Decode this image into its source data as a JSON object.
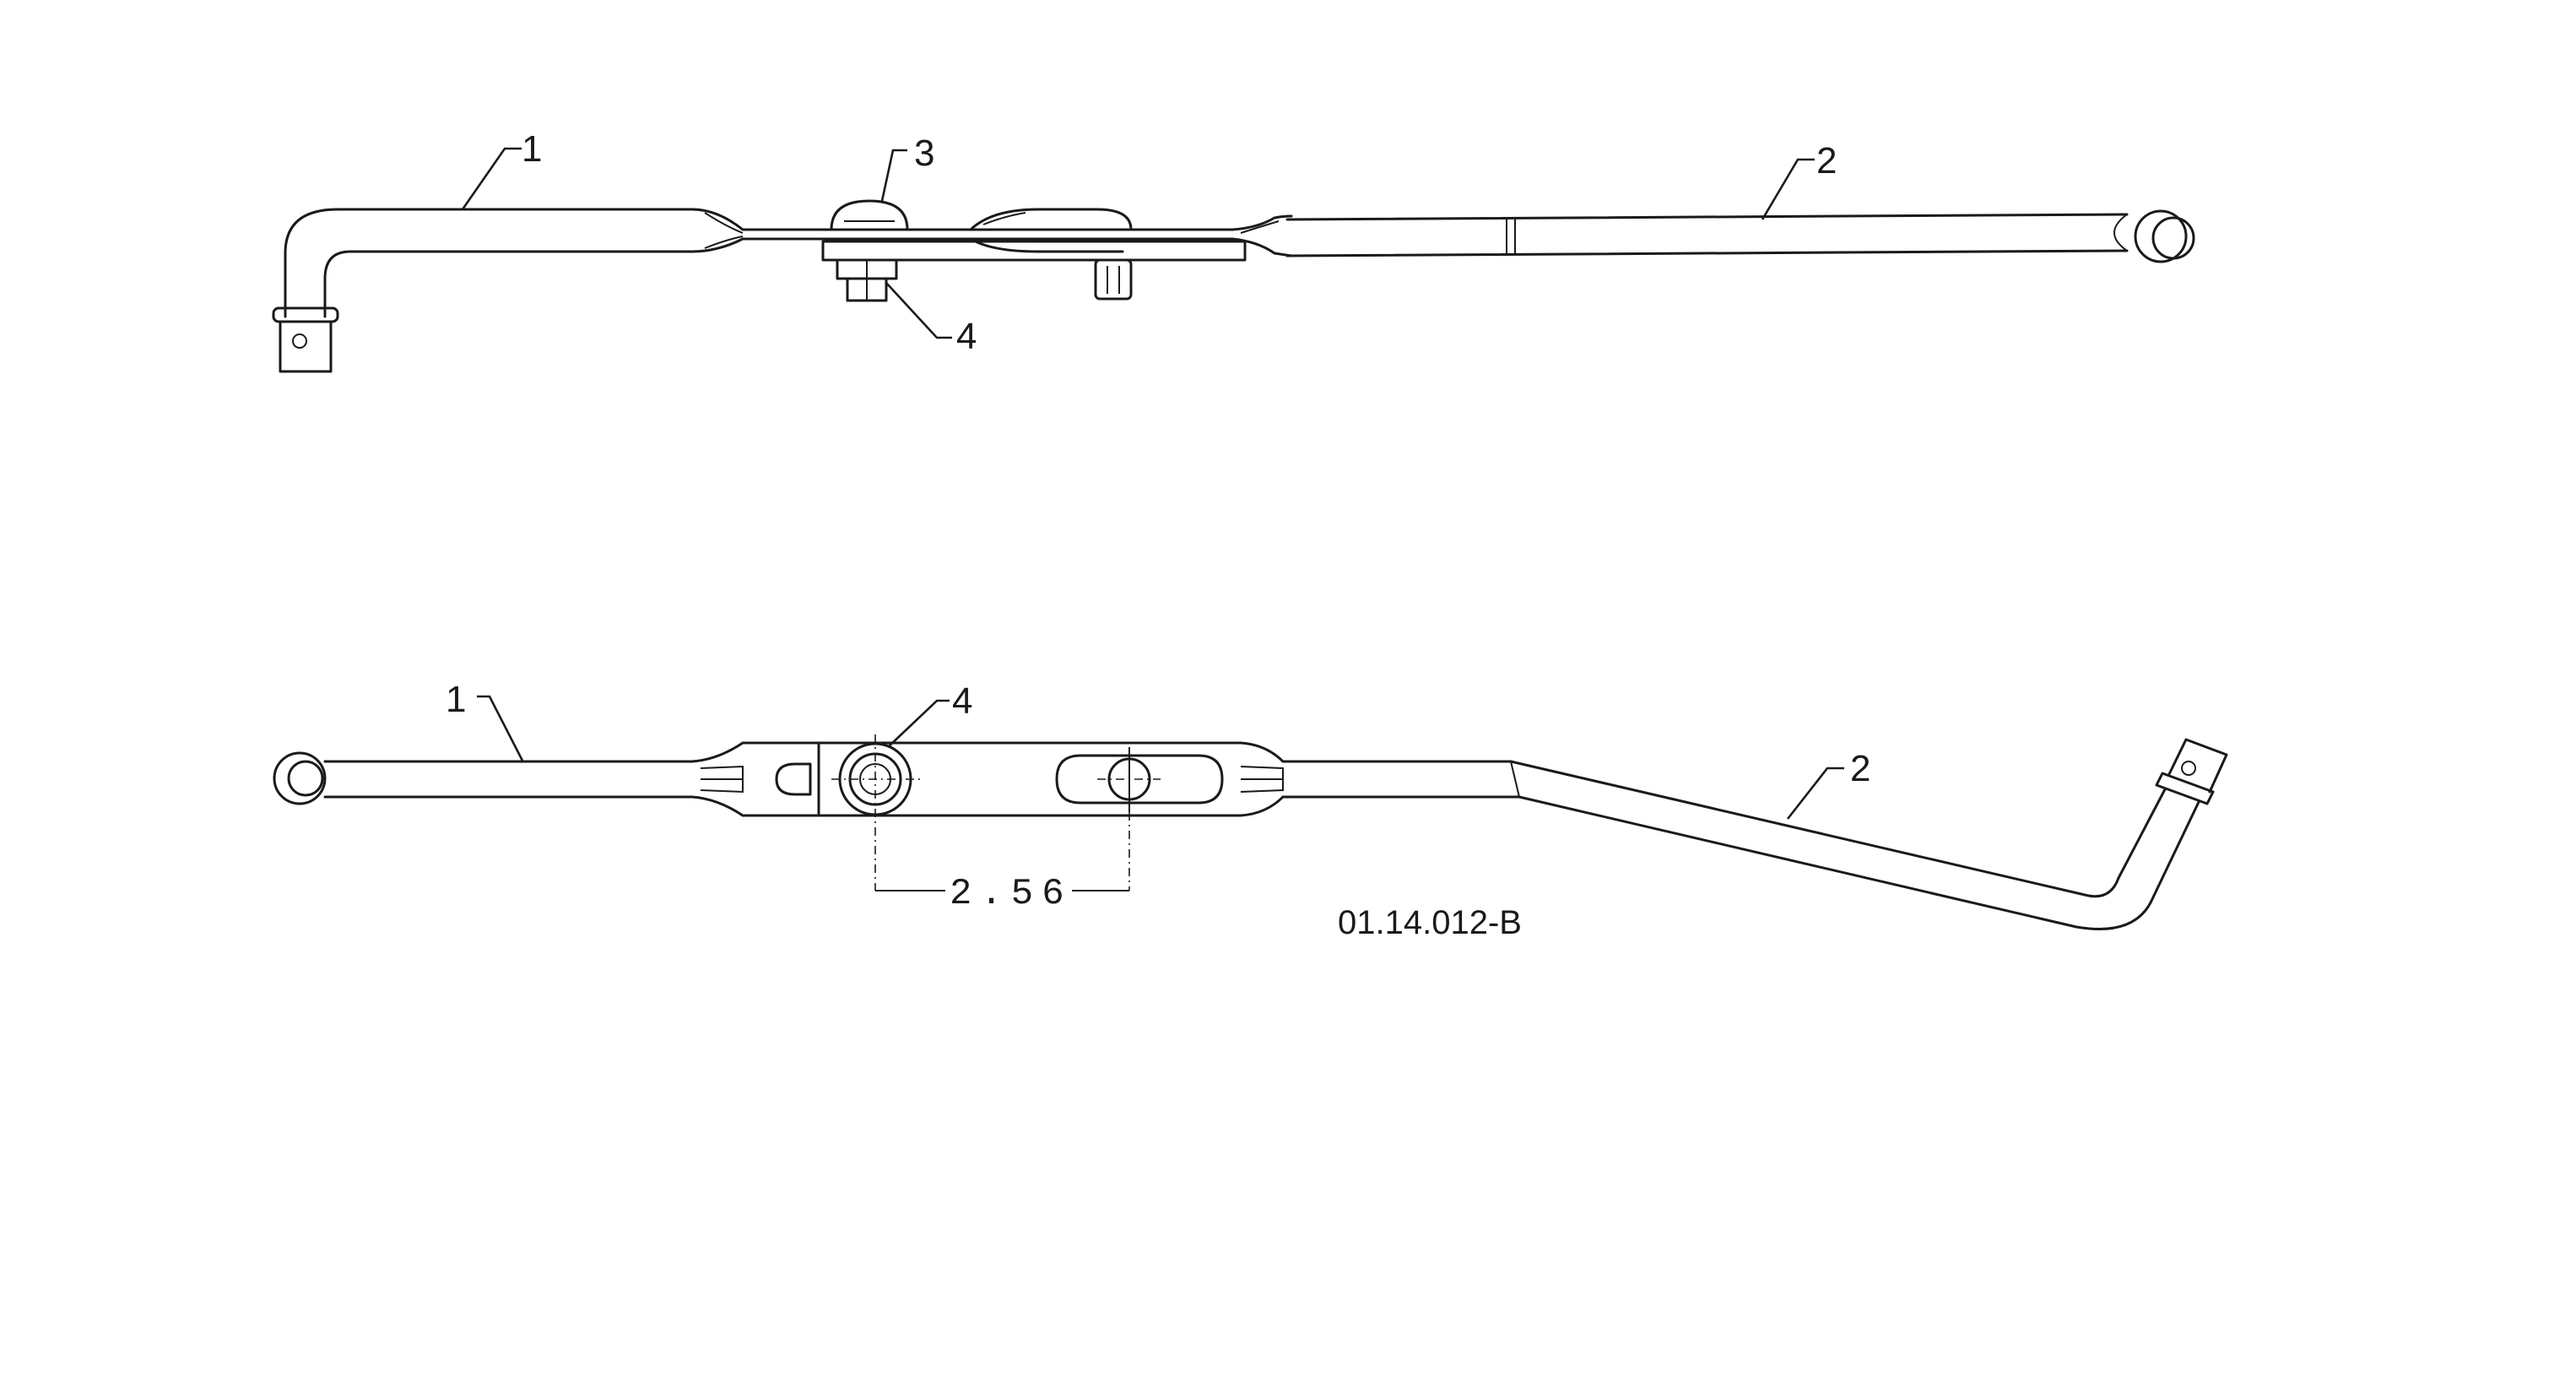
{
  "top_view": {
    "callouts": {
      "c1": "1",
      "c2": "2",
      "c3": "3",
      "c4": "4"
    }
  },
  "bottom_view": {
    "callouts": {
      "c1": "1",
      "c2": "2",
      "c4": "4"
    },
    "dimension": "2.56"
  },
  "drawing_id": "01.14.012-B"
}
